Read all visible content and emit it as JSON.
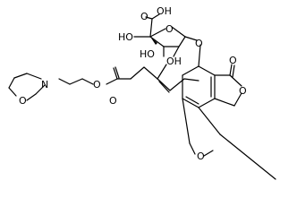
{
  "molecule": {
    "atoms": {
      "acid_o": "O",
      "acid_oh": "OH",
      "ho_left": "HO",
      "ho_mid": "HO",
      "ring_o": "O",
      "oh_lower": "OH",
      "link_o": "O",
      "lactone_o_carbonyl": "O",
      "lactone_o_ring": "O",
      "morph_o": "O",
      "morph_n": "N",
      "ester_o": "O",
      "ester_o_carbonyl": "O",
      "methoxy_o": "O"
    }
  }
}
